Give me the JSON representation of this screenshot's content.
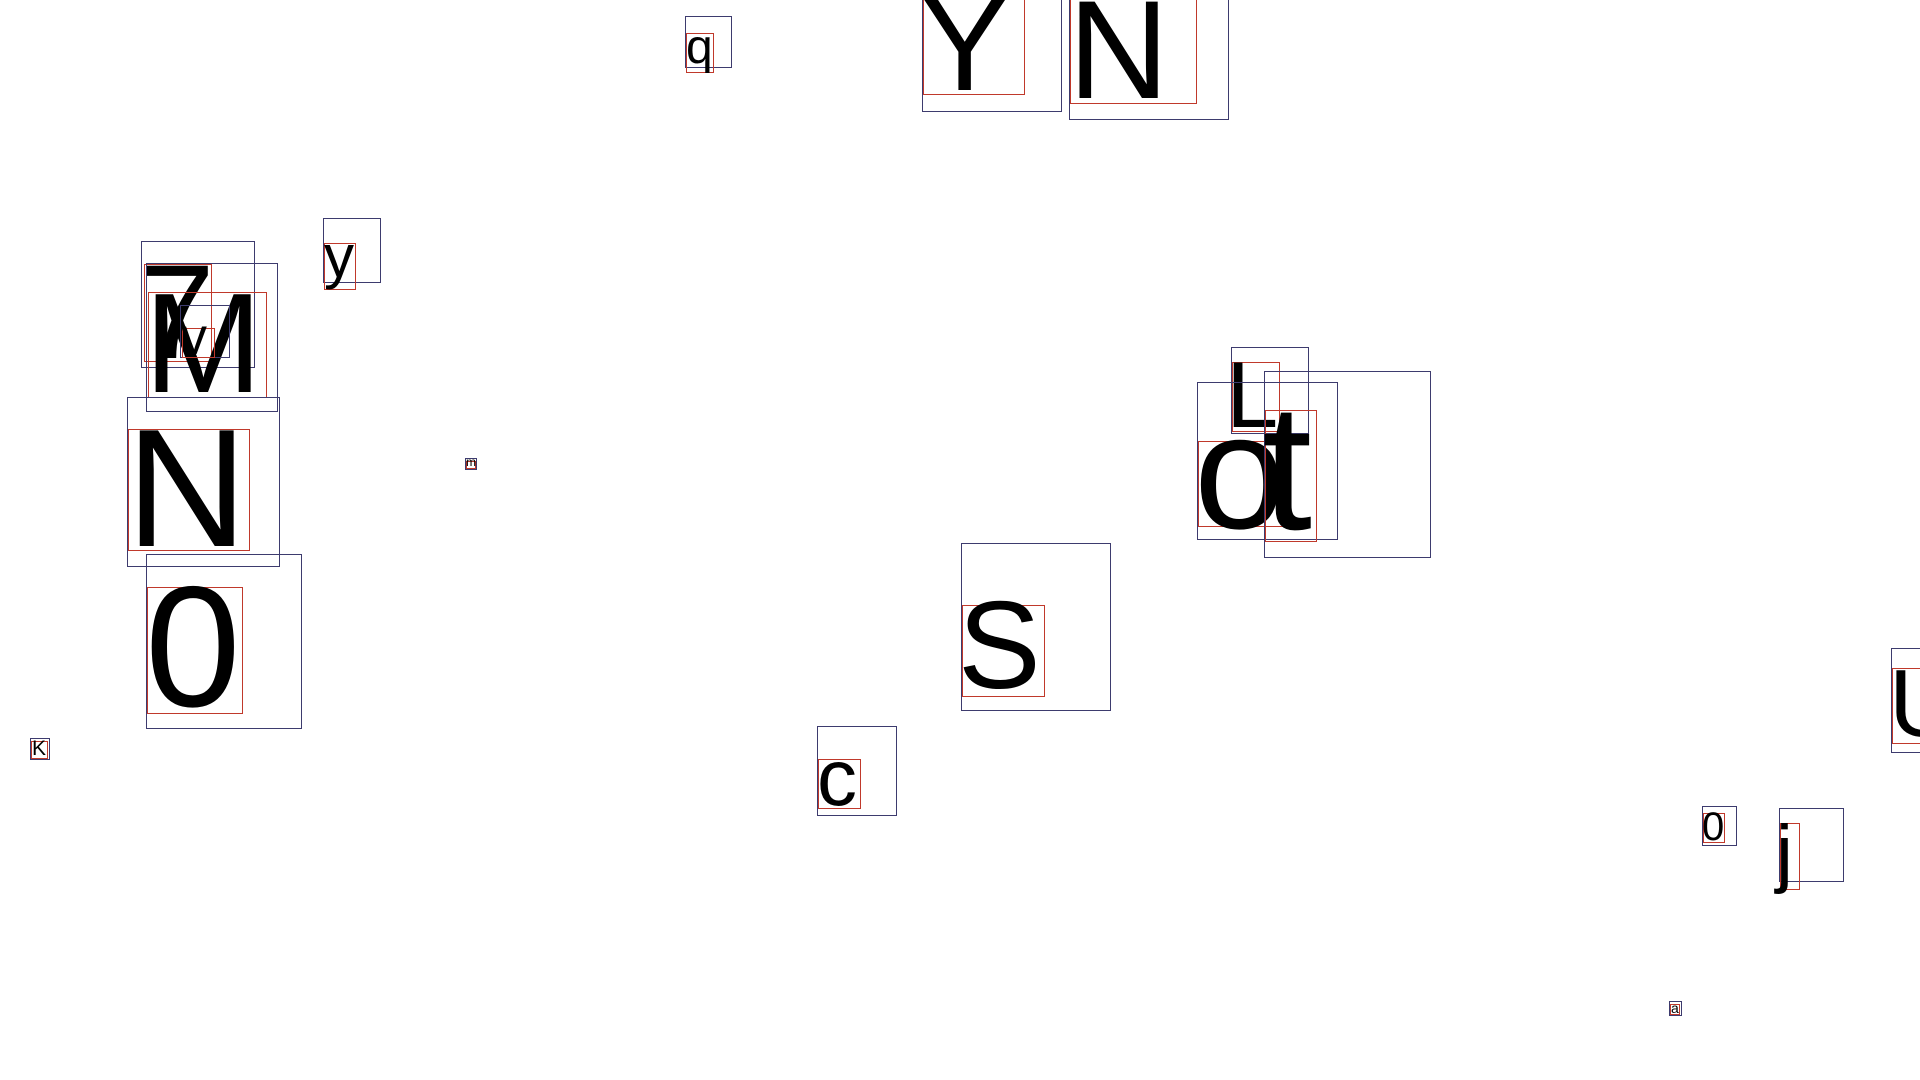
{
  "colors": {
    "background": "#ffffff",
    "glyph": "#000000",
    "outer_box": "#3d3b6e",
    "inner_box": "#c0392b"
  },
  "glyphs": {
    "q": "q",
    "Y": "Y",
    "N_top": "N",
    "y": "y",
    "seven": "7",
    "M": "M",
    "v": "v",
    "m_small": "m",
    "N_left": "N",
    "zero_big": "0",
    "K": "K",
    "L": "L",
    "o": "o",
    "t": "t",
    "S": "S",
    "c": "c",
    "U": "U",
    "zero_small": "0",
    "j": "j",
    "a": "a"
  }
}
